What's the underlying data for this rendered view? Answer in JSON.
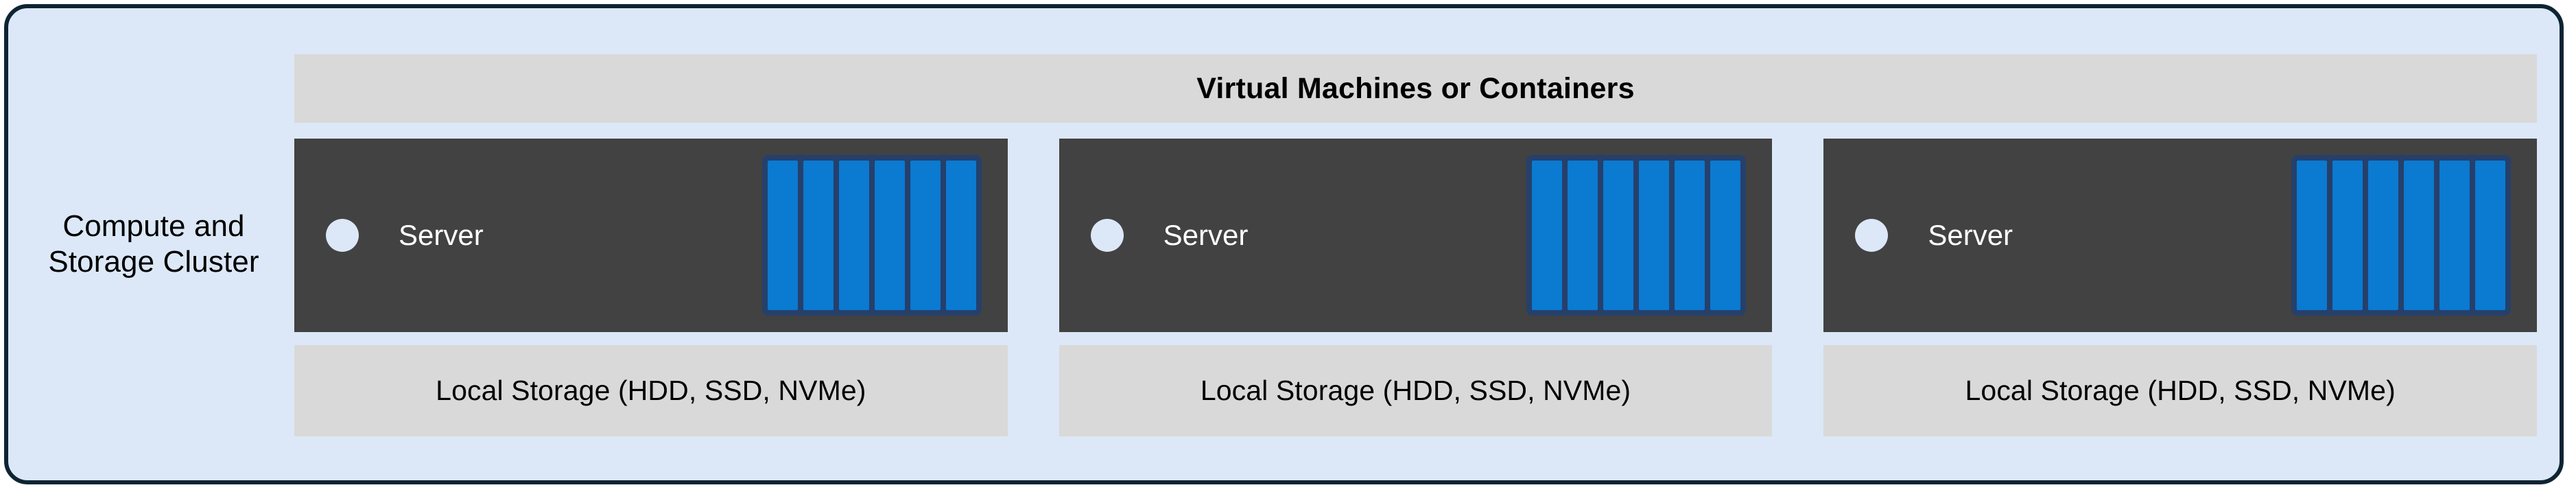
{
  "diagram": {
    "title": "Compute and Storage Cluster",
    "frame": {
      "background_color": "#dce8f7",
      "border_color": "#0d2433"
    },
    "cluster_label": "Compute and\nStorage Cluster",
    "vm_band": {
      "label": "Virtual Machines or Containers",
      "background_color": "#d9d9d9"
    },
    "servers": [
      {
        "name": "Server",
        "led_color": "#dce8f7",
        "panel_color": "#424242",
        "drive_bay": {
          "bay_color": "#25406b",
          "drive_color": "#0b7ad1",
          "drive_count": 6
        },
        "storage_label": "Local Storage (HDD, SSD, NVMe)"
      },
      {
        "name": "Server",
        "led_color": "#dce8f7",
        "panel_color": "#424242",
        "drive_bay": {
          "bay_color": "#25406b",
          "drive_color": "#0b7ad1",
          "drive_count": 6
        },
        "storage_label": "Local Storage (HDD, SSD, NVMe)"
      },
      {
        "name": "Server",
        "led_color": "#dce8f7",
        "panel_color": "#424242",
        "drive_bay": {
          "bay_color": "#25406b",
          "drive_color": "#0b7ad1",
          "drive_count": 6
        },
        "storage_label": "Local Storage (HDD, SSD, NVMe)"
      }
    ]
  }
}
